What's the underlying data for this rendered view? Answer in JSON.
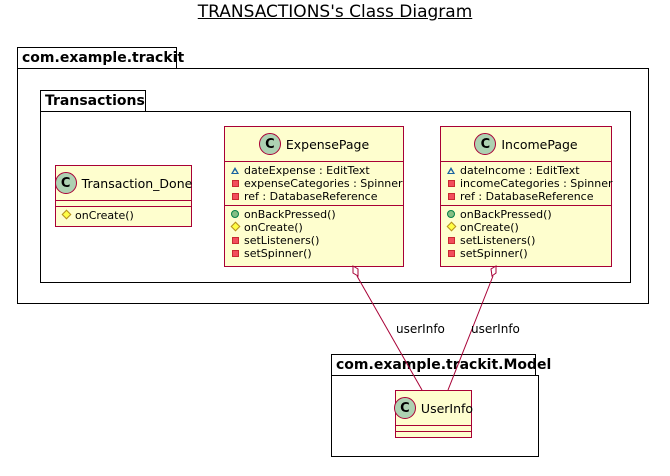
{
  "diagram": {
    "title": "TRANSACTIONS's Class Diagram",
    "packages": {
      "trackit": {
        "name": "com.example.trackit"
      },
      "transactions": {
        "name": "Transactions"
      },
      "model": {
        "name": "com.example.trackit.Model"
      }
    },
    "classes": {
      "transaction_done": {
        "stereotype_icon": "C",
        "name": "Transaction_Done",
        "fields": [],
        "methods": [
          {
            "visibility": "protected",
            "text": "onCreate()"
          }
        ]
      },
      "expense_page": {
        "stereotype_icon": "C",
        "name": "ExpensePage",
        "fields": [
          {
            "visibility": "package",
            "text": "dateExpense : EditText"
          },
          {
            "visibility": "private",
            "text": "expenseCategories : Spinner"
          },
          {
            "visibility": "private",
            "text": "ref : DatabaseReference"
          }
        ],
        "methods": [
          {
            "visibility": "public",
            "text": "onBackPressed()"
          },
          {
            "visibility": "protected",
            "text": "onCreate()"
          },
          {
            "visibility": "private",
            "text": "setListeners()"
          },
          {
            "visibility": "private",
            "text": "setSpinner()"
          }
        ]
      },
      "income_page": {
        "stereotype_icon": "C",
        "name": "IncomePage",
        "fields": [
          {
            "visibility": "package",
            "text": "dateIncome : EditText"
          },
          {
            "visibility": "private",
            "text": "incomeCategories : Spinner"
          },
          {
            "visibility": "private",
            "text": "ref : DatabaseReference"
          }
        ],
        "methods": [
          {
            "visibility": "public",
            "text": "onBackPressed()"
          },
          {
            "visibility": "protected",
            "text": "onCreate()"
          },
          {
            "visibility": "private",
            "text": "setListeners()"
          },
          {
            "visibility": "private",
            "text": "setSpinner()"
          }
        ]
      },
      "user_info": {
        "stereotype_icon": "C",
        "name": "UserInfo",
        "fields": [],
        "methods": []
      }
    },
    "relations": [
      {
        "from": "ExpensePage",
        "to": "UserInfo",
        "type": "aggregation",
        "label": "userInfo"
      },
      {
        "from": "IncomePage",
        "to": "UserInfo",
        "type": "aggregation",
        "label": "userInfo"
      }
    ],
    "colors": {
      "class_fill": "#fefece",
      "class_border": "#a80036",
      "class_icon": "#add1b2"
    }
  }
}
